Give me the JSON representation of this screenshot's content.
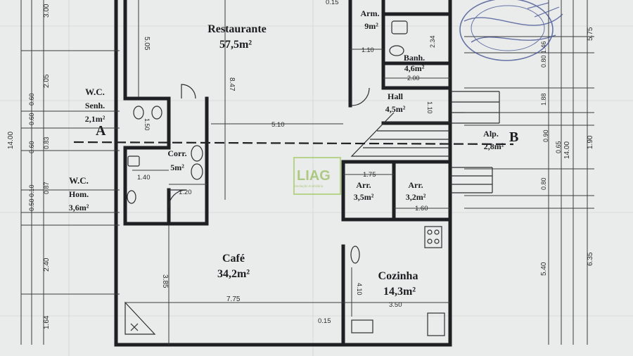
{
  "plan": {
    "rooms": [
      {
        "id": "restaurante",
        "name": "Restaurante",
        "area": "57,5m²"
      },
      {
        "id": "arm",
        "name": "Arm.",
        "area": "9m²"
      },
      {
        "id": "banho",
        "name": "Banh.",
        "area": "4,6m²"
      },
      {
        "id": "hall",
        "name": "Hall",
        "area": "4,5m²"
      },
      {
        "id": "wc-senh",
        "name": "W.C.",
        "name2": "Senh.",
        "area": "2,1m²"
      },
      {
        "id": "corr",
        "name": "Corr.",
        "area": "5m²"
      },
      {
        "id": "alp",
        "name": "Alp.",
        "area": "2,8m²"
      },
      {
        "id": "wc-hom",
        "name": "W.C.",
        "name2": "Hom.",
        "area": "3,6m²"
      },
      {
        "id": "arr1",
        "name": "Arr.",
        "area": "3,5m²"
      },
      {
        "id": "arr2",
        "name": "Arr.",
        "area": "3,2m²"
      },
      {
        "id": "cafe",
        "name": "Café",
        "area": "34,2m²"
      },
      {
        "id": "cozinha",
        "name": "Cozinha",
        "area": "14,3m²"
      }
    ],
    "section_marks": {
      "a": "A",
      "b": "B"
    },
    "watermark": {
      "logo": "LIAG",
      "tagline": "Mediação Imobiliária"
    },
    "dims": {
      "left_total": "14.00",
      "l_3_00": "3.00",
      "l_2_05": "2.05",
      "l_0_60a": "0.60",
      "l_0_60b": "0.60",
      "l_0_83": "0.83",
      "l_0_60c": "0.60",
      "l_0_87": "0.87",
      "l_0_10": "0.10",
      "l_0_50": "0.50",
      "l_2_40": "2.40",
      "l_1_64": "1.64",
      "d_5_05": "5.05",
      "d_8_47": "8.47",
      "d_5_10": "5.10",
      "d_1_50": "1.50",
      "d_1_40": "1.40",
      "d_1_20": "1.20",
      "d_3_85": "3.85",
      "d_7_75": "7.75",
      "d_0_15a": "0.15",
      "d_0_15b": "0.15",
      "d_1_10a": "1.10",
      "d_1_10b": "1.10",
      "d_2_00": "2.00",
      "d_2_34": "2.34",
      "d_1_75": "1.75",
      "d_1_60": "1.60",
      "d_4_10": "4.10",
      "d_3_50": "3.50",
      "r_0_80a": "0.80",
      "r_1_46": "1.46",
      "r_5_75": "5.75",
      "r_1_88": "1.88",
      "r_0_90": "0.90",
      "r_0_65": "0.65",
      "r_1_90": "1.90",
      "r_14_00": "14.00",
      "r_0_80b": "0.80",
      "r_5_40": "5.40",
      "r_6_35": "6.35"
    }
  }
}
